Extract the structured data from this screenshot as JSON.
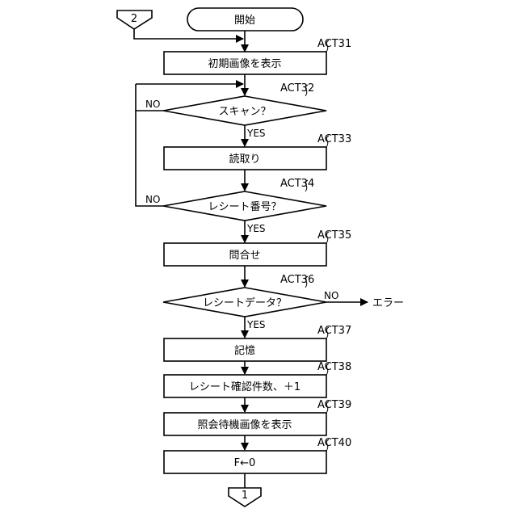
{
  "diagram": {
    "connectors": {
      "entry": "2",
      "exit": "1"
    },
    "start": "開始",
    "steps": [
      {
        "id": "ACT31",
        "type": "process",
        "label": "初期画像を表示"
      },
      {
        "id": "ACT32",
        "type": "decision",
        "label": "スキャン？",
        "no": "NO",
        "yes": "YES"
      },
      {
        "id": "ACT33",
        "type": "process",
        "label": "読取り"
      },
      {
        "id": "ACT34",
        "type": "decision",
        "label": "レシート番号？",
        "no": "NO",
        "yes": "YES"
      },
      {
        "id": "ACT35",
        "type": "process",
        "label": "問合せ"
      },
      {
        "id": "ACT36",
        "type": "decision",
        "label": "レシートデータ？",
        "no": "NO",
        "yes": "YES"
      },
      {
        "id": "ACT37",
        "type": "process",
        "label": "記憶"
      },
      {
        "id": "ACT38",
        "type": "process",
        "label": "レシート確認件数、＋1"
      },
      {
        "id": "ACT39",
        "type": "process",
        "label": "照会待機画像を表示"
      },
      {
        "id": "ACT40",
        "type": "process",
        "label": "F←0"
      }
    ],
    "error": "エラー"
  }
}
